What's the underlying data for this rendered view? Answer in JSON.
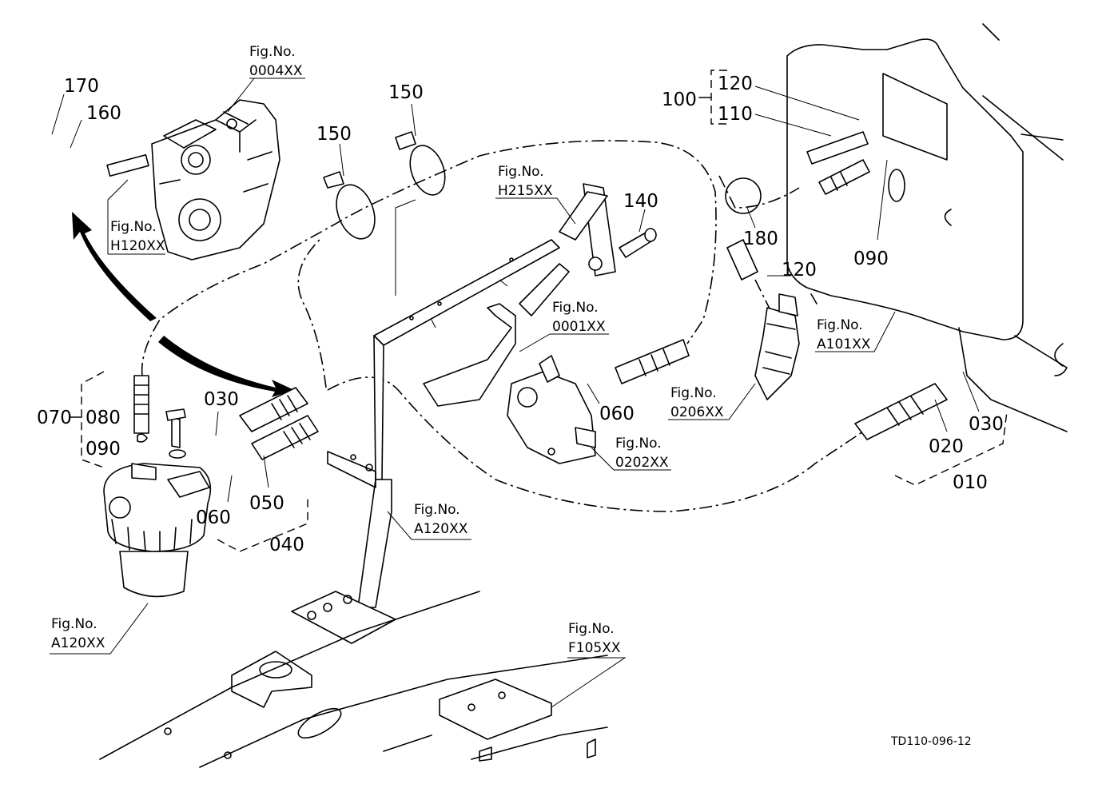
{
  "diagram": {
    "drawing_code": "TD110-096-12",
    "part_labels": [
      "170",
      "160",
      "150",
      "150",
      "140",
      "180",
      "120",
      "120",
      "110",
      "100",
      "090",
      "090",
      "080",
      "070",
      "060",
      "060",
      "050",
      "040",
      "030",
      "030",
      "020",
      "010"
    ],
    "figure_refs": [
      {
        "title": "Fig.No.",
        "code": "0004XX"
      },
      {
        "title": "Fig.No.",
        "code": "H120XX"
      },
      {
        "title": "Fig.No.",
        "code": "H215XX"
      },
      {
        "title": "Fig.No.",
        "code": "0001XX"
      },
      {
        "title": "Fig.No.",
        "code": "0206XX"
      },
      {
        "title": "Fig.No.",
        "code": "0202XX"
      },
      {
        "title": "Fig.No.",
        "code": "A101XX"
      },
      {
        "title": "Fig.No.",
        "code": "A120XX"
      },
      {
        "title": "Fig.No.",
        "code": "A120XX"
      },
      {
        "title": "Fig.No.",
        "code": "F105XX"
      }
    ]
  }
}
